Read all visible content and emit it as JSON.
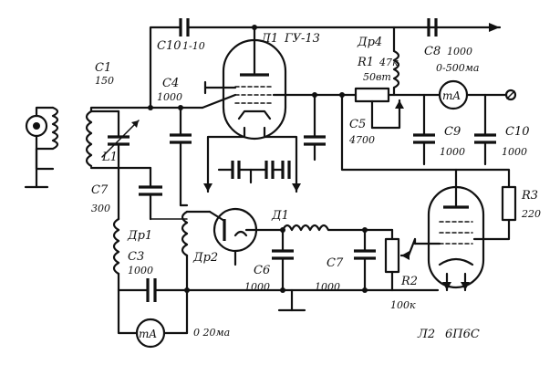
{
  "components": {
    "c1": {
      "name": "C1",
      "value": "150"
    },
    "c10_top": {
      "name": "C10",
      "value": "1-10"
    },
    "tube1": {
      "name": "Л1",
      "type": "ГУ-13"
    },
    "dr4": {
      "name": "Др4"
    },
    "c8": {
      "name": "C8",
      "value": "1000"
    },
    "r1": {
      "name": "R1",
      "value": "47к",
      "power": "50вт"
    },
    "meter_plate": {
      "symbol": "mA",
      "range": "0-500ма"
    },
    "c4": {
      "name": "C4",
      "value": "1000"
    },
    "l1": {
      "name": "L1"
    },
    "c5": {
      "name": "C5",
      "value": "4700"
    },
    "c9": {
      "name": "C9",
      "value": "1000"
    },
    "c10_right": {
      "name": "C10",
      "value": "1000"
    },
    "c7_left": {
      "name": "C7",
      "value": "300"
    },
    "dr1": {
      "name": "Др1"
    },
    "c3": {
      "name": "C3",
      "value": "1000"
    },
    "dr2": {
      "name": "Др2"
    },
    "d1": {
      "name": "Д1"
    },
    "c6": {
      "name": "C6",
      "value": "1000"
    },
    "c7_right": {
      "name": "C7",
      "value": "1000"
    },
    "r2": {
      "name": "R2",
      "value": "100к"
    },
    "r3": {
      "name": "R3",
      "value": "220"
    },
    "meter_grid": {
      "symbol": "mA",
      "range": "0 20ма"
    },
    "tube2": {
      "name": "Л2",
      "type": "6П6С"
    }
  }
}
